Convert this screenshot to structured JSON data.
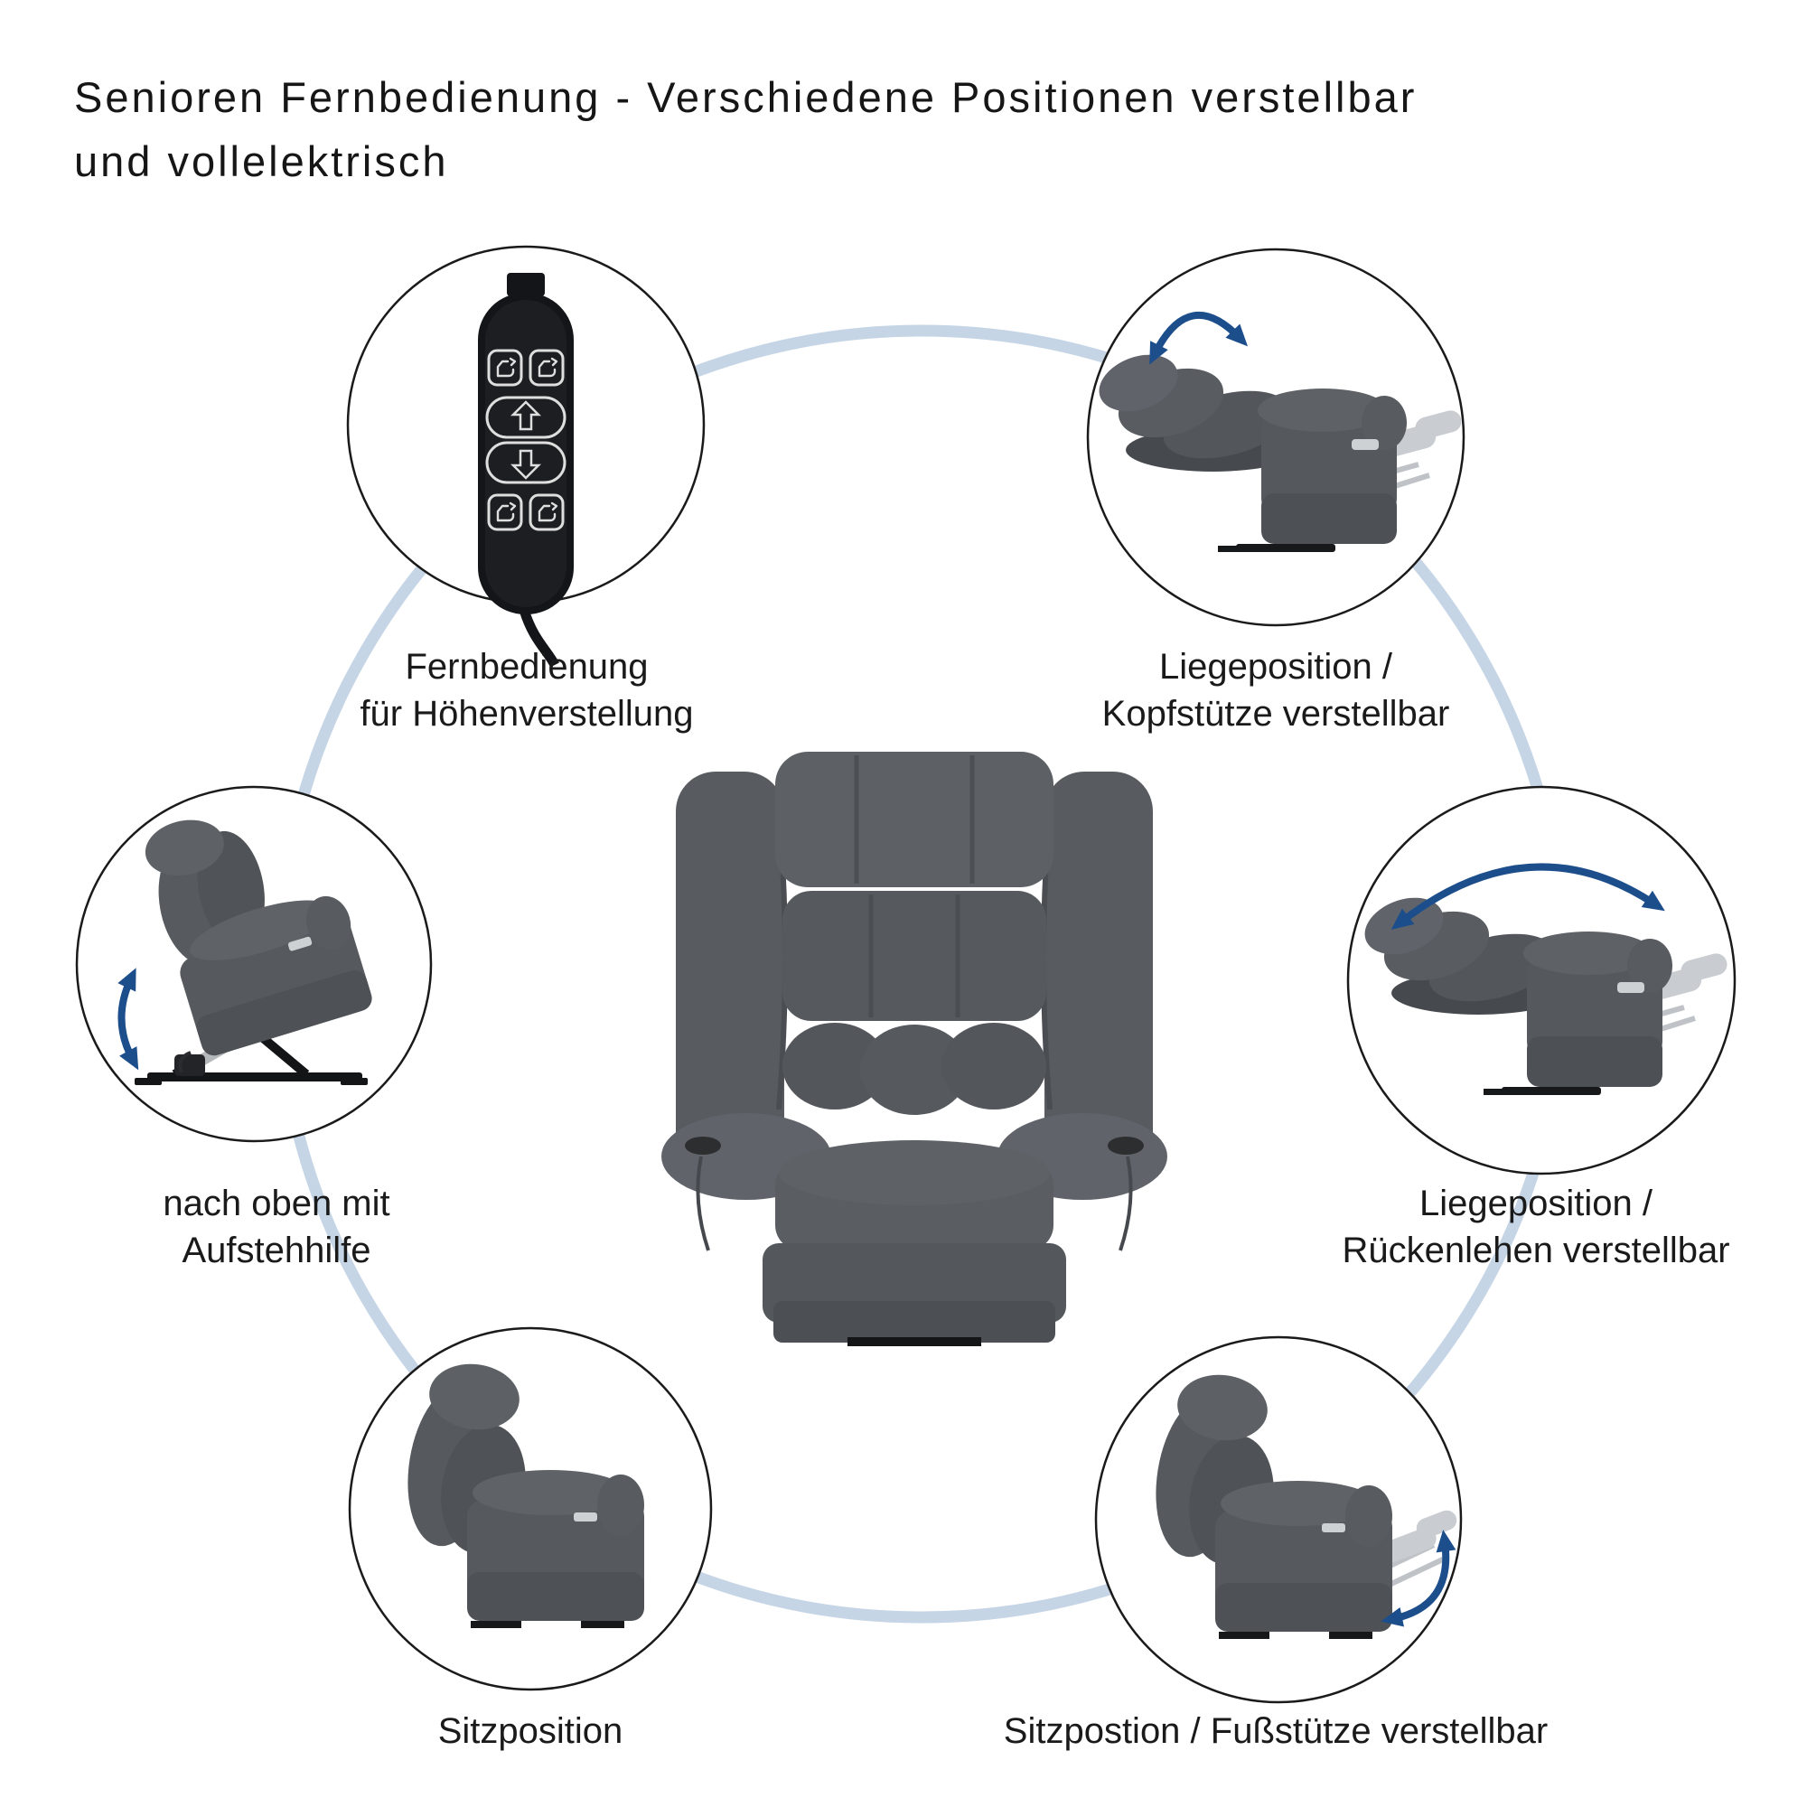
{
  "title": {
    "line1": "Senioren Fernbedienung - Verschiedene Positionen verstellbar",
    "line2": "und vollelektrisch"
  },
  "colors": {
    "background": "#ffffff",
    "ring_blue": "#c5d5e6",
    "circle_outline": "#1a1a1a",
    "text": "#1a1a1a",
    "arrow_blue": "#1d4e8c",
    "fabric_gray": "#565a5e",
    "ghost_gray": "#c9cdd1",
    "remote_black": "#141518"
  },
  "center": {
    "icon": "recliner-front-view"
  },
  "features": [
    {
      "id": "remote",
      "icon": "remote-control",
      "lines": [
        "Fernbedienung",
        "für Höhenverstellung"
      ]
    },
    {
      "id": "liege-kopfstuetze",
      "icon": "recliner-flat-headrest",
      "lines": [
        "Liegeposition /",
        "Kopfstütze verstellbar"
      ]
    },
    {
      "id": "aufstehhilfe",
      "icon": "recliner-lift-up",
      "lines": [
        "nach oben mit",
        "Aufstehhilfe"
      ]
    },
    {
      "id": "liege-rueckenlehne",
      "icon": "recliner-flat-backrest",
      "lines": [
        "Liegeposition /",
        "Rückenlehen verstellbar"
      ]
    },
    {
      "id": "sitzposition",
      "icon": "recliner-sitting",
      "lines": [
        "Sitzposition"
      ]
    },
    {
      "id": "fussstuetze",
      "icon": "recliner-footrest-extended",
      "lines": [
        "Sitzpostion / Fußstütze verstellbar"
      ]
    }
  ]
}
